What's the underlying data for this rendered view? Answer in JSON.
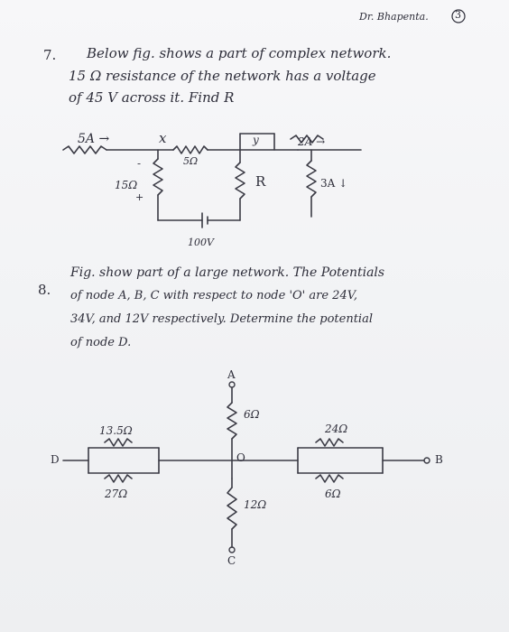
{
  "header": {
    "author": "Dr. Bhapenta.",
    "page_number": "3"
  },
  "problem7": {
    "number": "7.",
    "lines": [
      "Below fig. shows a part of complex network.",
      "15 Ω resistance of the network has a voltage",
      "of 45 V across it.   Find R"
    ],
    "diagram": {
      "current_left": "5A →",
      "node_x": "x",
      "node_y": "y",
      "r_5": "5Ω",
      "r_15": "15Ω",
      "minus": "-",
      "plus": "+",
      "r_R": "R",
      "current_right": "2A →",
      "current_3a": "3A ↓",
      "battery": "100V"
    }
  },
  "problem8": {
    "number": "8.",
    "lines": [
      "Fig. show part of a large network. The Potentials",
      "of node A, B, C with respect to node 'O' are 24V,",
      "34V, and 12V respectively. Determine the potential",
      "of node D."
    ],
    "diagram": {
      "node_a": "A",
      "node_b": "B",
      "node_c": "C",
      "node_d": "D",
      "node_o": "O",
      "r_6_top": "6Ω",
      "r_13_5": "13.5Ω",
      "r_27": "27Ω",
      "r_24": "24Ω",
      "r_6_right": "6Ω",
      "r_12": "12Ω"
    }
  }
}
